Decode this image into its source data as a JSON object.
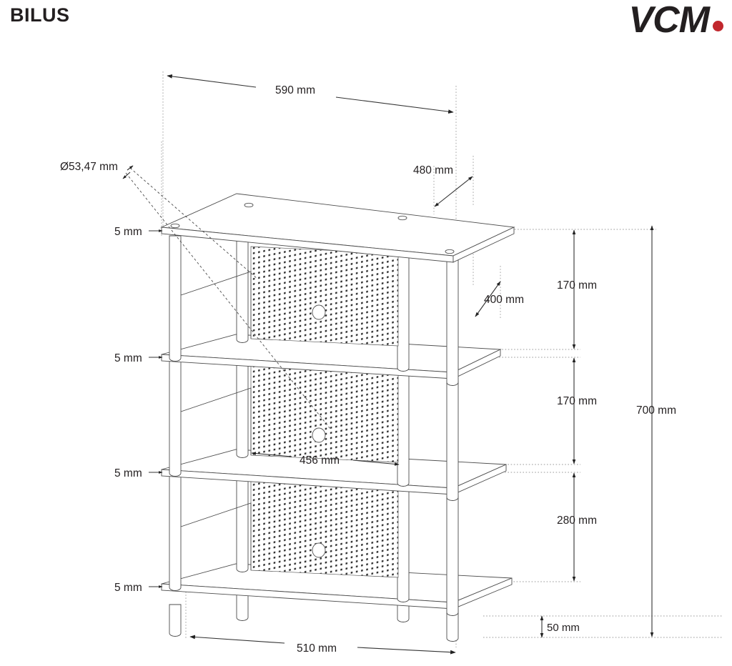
{
  "page": {
    "model_name": "BILUS",
    "brand": "VCM",
    "brand_dot_color": "#c1272d",
    "background": "#ffffff",
    "line_color": "#4d4d4d",
    "text_color": "#231f20",
    "drawing_type": "isometric-technical-drawing",
    "subject": "hi-fi rack / TV stand with glass shelves and tubular legs"
  },
  "dimensions": {
    "top_width": {
      "label": "590 mm",
      "value": 590,
      "unit": "mm",
      "axis": "width-front-top"
    },
    "top_depth": {
      "label": "480 mm",
      "value": 480,
      "unit": "mm",
      "axis": "depth-top"
    },
    "leg_diameter": {
      "label": "Ø53,47 mm",
      "value": 53.47,
      "unit": "mm",
      "axis": "leg-diameter"
    },
    "shelf_thickness_1": {
      "label": "5 mm",
      "value": 5,
      "unit": "mm",
      "axis": "glass-thickness"
    },
    "shelf_thickness_2": {
      "label": "5 mm",
      "value": 5,
      "unit": "mm",
      "axis": "glass-thickness"
    },
    "shelf_thickness_3": {
      "label": "5 mm",
      "value": 5,
      "unit": "mm",
      "axis": "glass-thickness"
    },
    "shelf_thickness_4": {
      "label": "5 mm",
      "value": 5,
      "unit": "mm",
      "axis": "glass-thickness"
    },
    "mid_depth": {
      "label": "400 mm",
      "value": 400,
      "unit": "mm",
      "axis": "depth-shelf"
    },
    "back_panel_width": {
      "label": "456 mm",
      "value": 456,
      "unit": "mm",
      "axis": "back-panel-width"
    },
    "gap_top": {
      "label": "170 mm",
      "value": 170,
      "unit": "mm",
      "axis": "height-compartment-1"
    },
    "gap_mid": {
      "label": "170 mm",
      "value": 170,
      "unit": "mm",
      "axis": "height-compartment-2"
    },
    "gap_bottom": {
      "label": "280 mm",
      "value": 280,
      "unit": "mm",
      "axis": "height-compartment-3"
    },
    "total_height": {
      "label": "700 mm",
      "value": 700,
      "unit": "mm",
      "axis": "total-height"
    },
    "bottom_width": {
      "label": "510 mm",
      "value": 510,
      "unit": "mm",
      "axis": "width-bottom-shelf"
    },
    "foot_height": {
      "label": "50 mm",
      "value": 50,
      "unit": "mm",
      "axis": "foot-height"
    }
  },
  "shelves": [
    {
      "name": "top-shelf",
      "index": 1
    },
    {
      "name": "second-shelf",
      "index": 2
    },
    {
      "name": "third-shelf",
      "index": 3
    },
    {
      "name": "bottom-shelf",
      "index": 4
    }
  ],
  "back_panels": [
    {
      "name": "back-panel-upper",
      "index": 1,
      "has_cable_hole": true
    },
    {
      "name": "back-panel-middle",
      "index": 2,
      "has_cable_hole": true
    },
    {
      "name": "back-panel-lower",
      "index": 3,
      "has_cable_hole": true
    }
  ],
  "legs": [
    {
      "name": "leg-front-left"
    },
    {
      "name": "leg-back-left"
    },
    {
      "name": "leg-front-right"
    },
    {
      "name": "leg-back-right"
    }
  ]
}
